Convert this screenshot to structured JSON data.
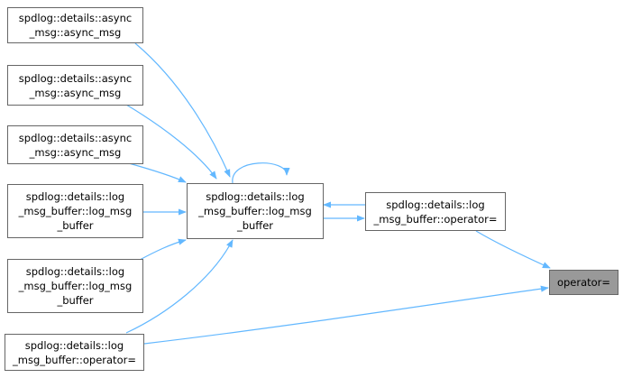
{
  "graph": {
    "edge_color": "#63b8ff",
    "node_border": "#666666",
    "highlight_fill": "#999999",
    "nodes": {
      "async1": "spdlog::details::async\n_msg::async_msg",
      "async2": "spdlog::details::async\n_msg::async_msg",
      "async3": "spdlog::details::async\n_msg::async_msg",
      "logbuf1": "spdlog::details::log\n_msg_buffer::log_msg\n_buffer",
      "logbuf2": "spdlog::details::log\n_msg_buffer::log_msg\n_buffer",
      "opeq_bottom": "spdlog::details::log\n_msg_buffer::operator=",
      "center": "spdlog::details::log\n_msg_buffer::log_msg\n_buffer",
      "opeq_mid": "spdlog::details::log\n_msg_buffer::operator=",
      "target": "operator="
    }
  }
}
